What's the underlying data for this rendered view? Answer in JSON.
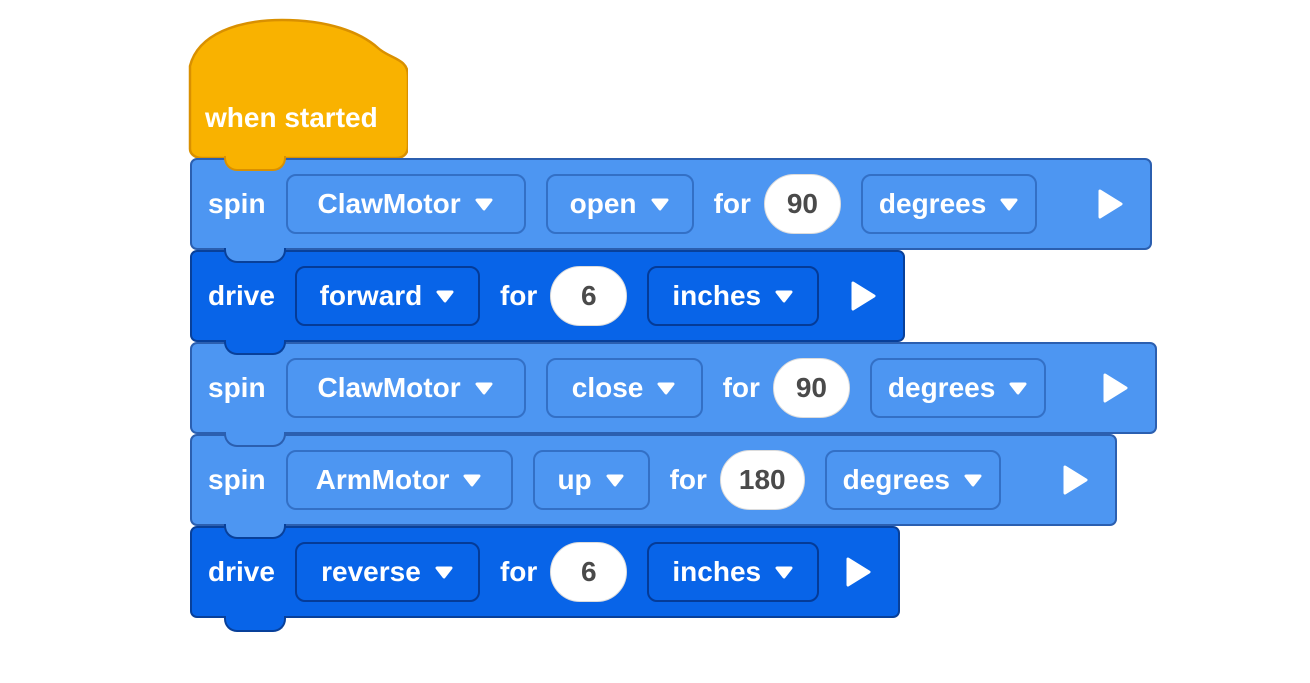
{
  "palette": {
    "hat_fill": "#F9B200",
    "hat_stroke": "#D99000",
    "spin_fill": "#4D96F2",
    "spin_stroke": "#2B5FB0",
    "drive_fill": "#0864E8",
    "drive_stroke": "#08409A",
    "label_text": "#FFFFFF",
    "number_text": "#4A4A4A",
    "number_fill": "#FFFFFF"
  },
  "hat_block": {
    "label": "when started"
  },
  "blocks": [
    {
      "command": "spin",
      "motor": "ClawMotor",
      "direction": "open",
      "for_label": "for",
      "value": "90",
      "unit": "degrees"
    },
    {
      "command": "drive",
      "direction": "forward",
      "for_label": "for",
      "value": "6",
      "unit": "inches"
    },
    {
      "command": "spin",
      "motor": "ClawMotor",
      "direction": "close",
      "for_label": "for",
      "value": "90",
      "unit": "degrees"
    },
    {
      "command": "spin",
      "motor": "ArmMotor",
      "direction": "up",
      "for_label": "for",
      "value": "180",
      "unit": "degrees"
    },
    {
      "command": "drive",
      "direction": "reverse",
      "for_label": "for",
      "value": "6",
      "unit": "inches"
    }
  ],
  "icons": {
    "chevron": "chevron-down-icon",
    "play": "play-icon"
  }
}
